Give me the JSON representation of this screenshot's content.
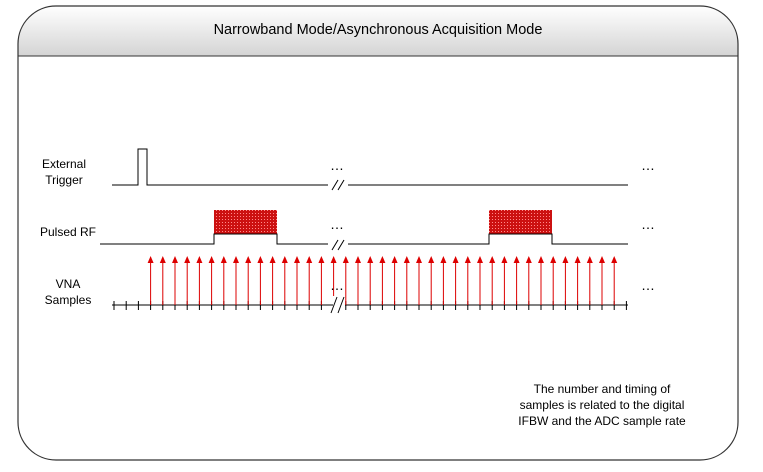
{
  "title": "Narrowband Mode/Asynchronous Acquisition Mode",
  "signals": {
    "external_trigger": {
      "line1": "External",
      "line2": "Trigger"
    },
    "pulsed_rf": {
      "label": "Pulsed RF"
    },
    "vna_samples": {
      "line1": "VNA",
      "line2": "Samples"
    }
  },
  "continuation": "…",
  "note": {
    "line1": "The number and timing of",
    "line2": "samples is related to the digital",
    "line3": "IFBW and the ADC sample rate"
  },
  "colors": {
    "pulse_fill": "#cc1111",
    "sample_arrow": "#dd0000",
    "header_top": "#ffffff",
    "header_bottom": "#d9d9d9"
  }
}
